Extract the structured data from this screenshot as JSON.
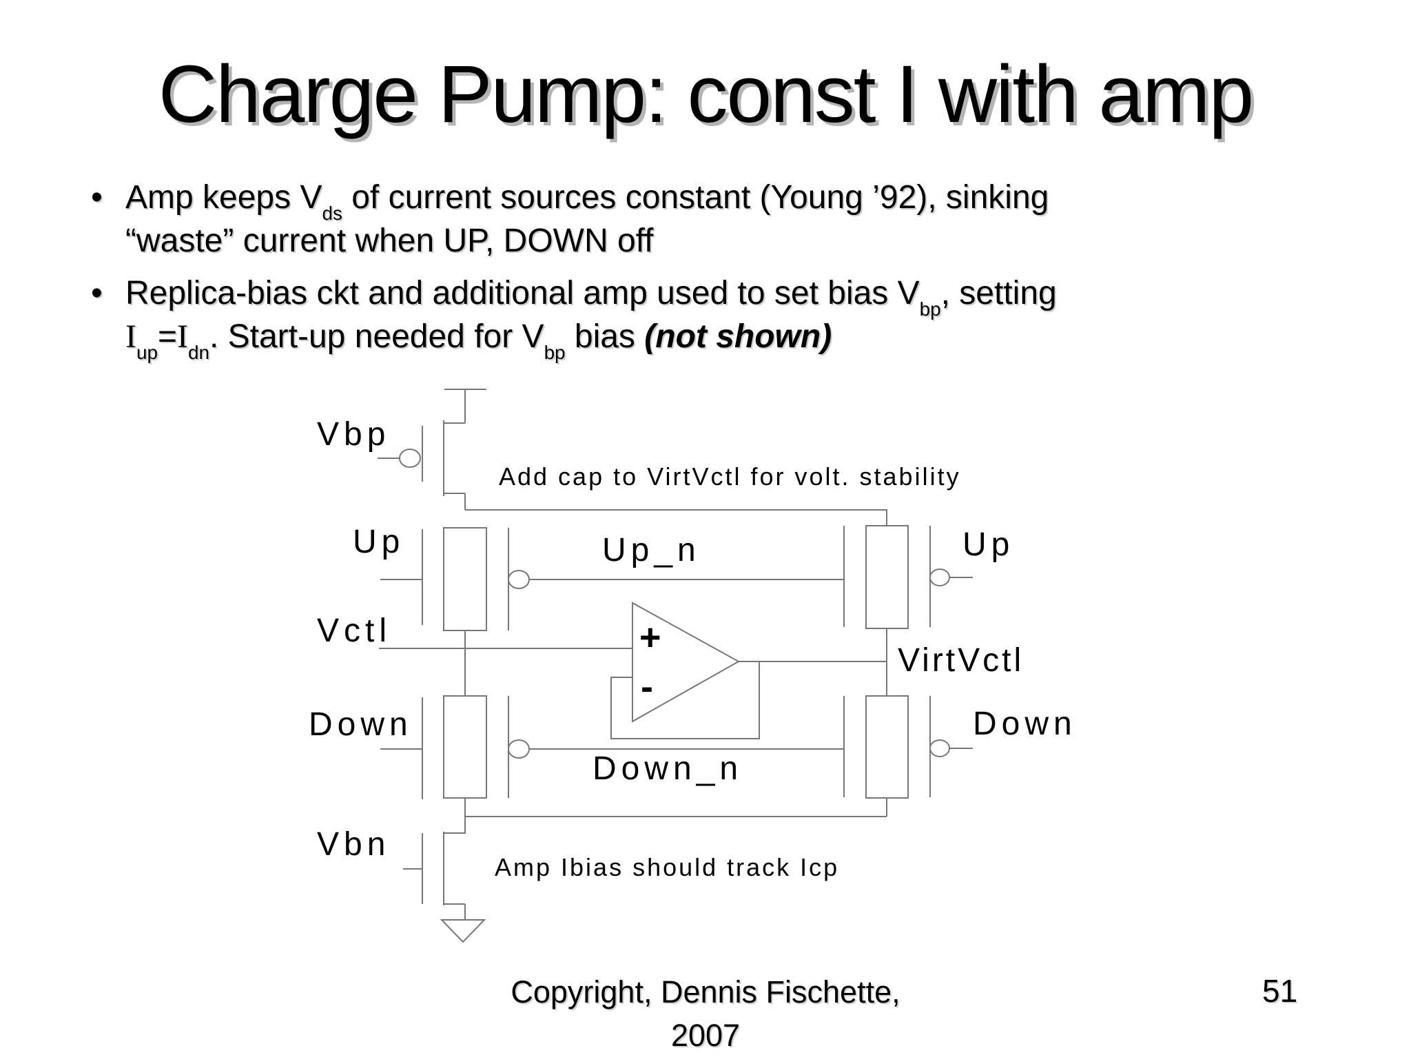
{
  "slide": {
    "title": "Charge Pump: const I with amp",
    "bullets": [
      {
        "lines": [
          {
            "segments": [
              {
                "text": "Amp keeps V"
              },
              {
                "text": "ds",
                "sub": true
              },
              {
                "text": " of current sources constant (Young ’92), sinking"
              }
            ]
          },
          {
            "segments": [
              {
                "text": "“waste” current when UP, DOWN off"
              }
            ]
          }
        ]
      },
      {
        "lines": [
          {
            "segments": [
              {
                "text": "Replica-bias ckt and additional amp used to set bias V"
              },
              {
                "text": "bp",
                "sub": true
              },
              {
                "text": ", setting"
              }
            ]
          },
          {
            "segments": [
              {
                "text": "I"
              },
              {
                "text": "up",
                "sub": true
              },
              {
                "text": "="
              },
              {
                "text": "I"
              },
              {
                "text": "dn",
                "sub": true
              },
              {
                "text": ". Start-up needed for V"
              },
              {
                "text": "bp",
                "sub": true
              },
              {
                "text": " bias "
              },
              {
                "text": "(not shown)",
                "bold_italic": true
              }
            ]
          }
        ]
      }
    ],
    "footer": {
      "copyright_line1": "Copyright, Dennis Fischette,",
      "copyright_line2": "2007",
      "page_number": "51"
    }
  },
  "diagram": {
    "labels": {
      "vbp": "Vbp",
      "up_left": "Up",
      "vctl": "Vctl",
      "down_left": "Down",
      "vbn": "Vbn",
      "up_n": "Up_n",
      "down_n": "Down_n",
      "up_right": "Up",
      "down_right": "Down",
      "virtvctl": "VirtVctl",
      "opamp_plus": "+",
      "opamp_minus": "-"
    },
    "annotations": {
      "cap_note": "Add cap to VirtVctl for volt. stability",
      "ibias_note": "Amp Ibias should track Icp"
    },
    "colors": {
      "line": "#777777",
      "text": "#000000"
    }
  }
}
